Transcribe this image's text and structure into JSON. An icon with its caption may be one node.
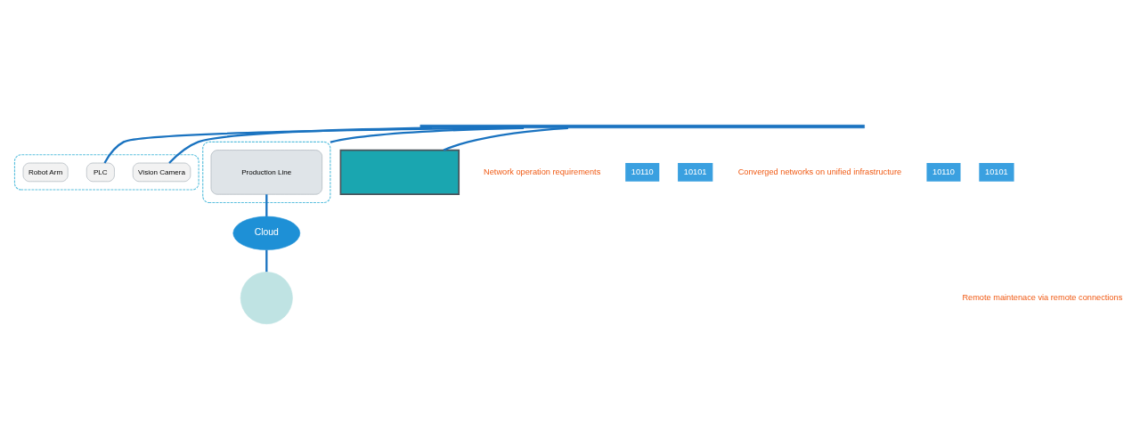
{
  "diagram": {
    "nodes": [
      {
        "text": [],
        "shape": "box"
      },
      {
        "text": [
          "Robot Arm"
        ],
        "in": 0
      },
      {
        "text": [
          "PLC"
        ],
        "in": 0
      },
      {
        "text": [
          "Vision Camera"
        ],
        "in": 0
      },
      {
        "text": [],
        "shape": "box"
      },
      {
        "text": [
          "Production Line"
        ],
        "in": 4
      },
      {
        "text": [],
        "shape": "bar"
      },
      {
        "text": [],
        "shape": "box"
      },
      {
        "text": [
          "Cloud"
        ]
      },
      {
        "text": [],
        "shape": "person"
      }
    ],
    "edges": [
      {
        "from": 6,
        "to": 2,
        "arrow": "none"
      },
      {
        "from": 6,
        "to": 3,
        "arrow": "none"
      },
      {
        "from": 6,
        "to": 4,
        "arrow": "none"
      },
      {
        "from": 6,
        "to": 7,
        "arrow": "none"
      },
      {
        "from": 5,
        "to": 8,
        "arrow": "none"
      },
      {
        "from": 8,
        "to": 9,
        "arrow": "none"
      }
    ],
    "labels": [
      "Network operation requirements",
      "10110",
      "10101",
      "Converged networks on unified infrastructure",
      "10110",
      "10101",
      "Remote maintenace via remote connections"
    ]
  }
}
